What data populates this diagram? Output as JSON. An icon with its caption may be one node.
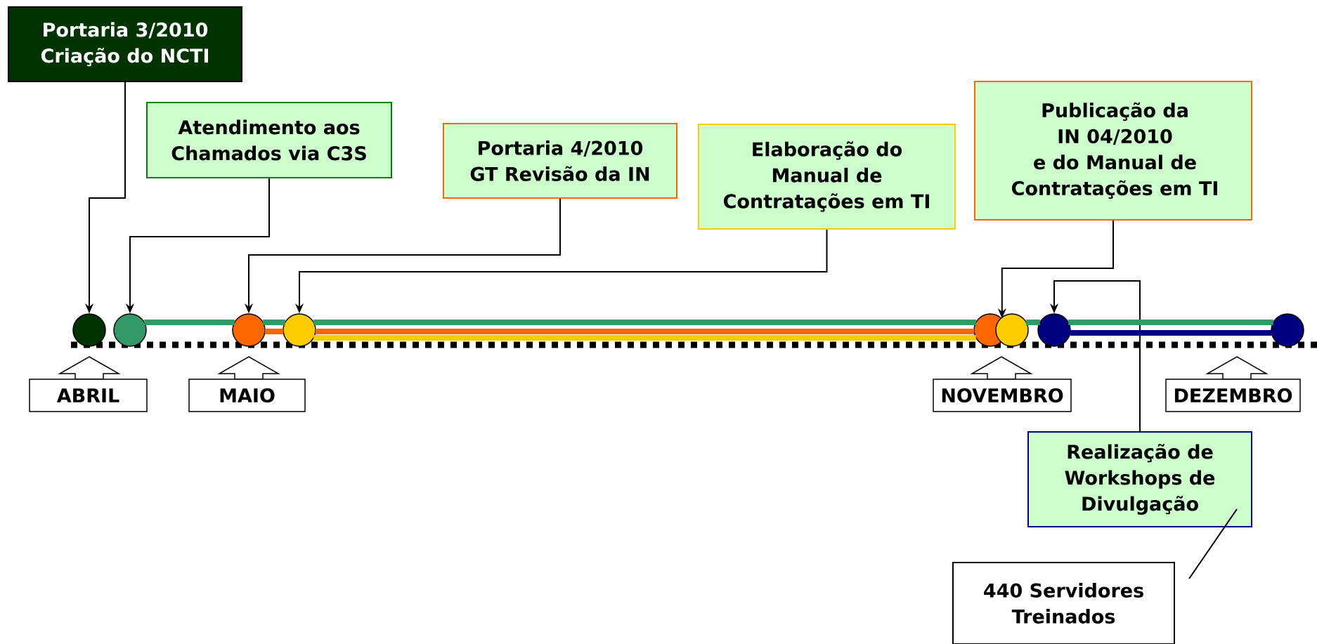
{
  "diagram": {
    "nodes": [
      {
        "text": [
          "Portaria 3/2010 Criação do NCTI"
        ]
      },
      {
        "text": [
          "Atendimento aos Chamados via C3S"
        ]
      },
      {
        "text": [
          "Portaria 4/2010 GT Revisão da IN"
        ]
      },
      {
        "text": [
          "Elaboração do Manual de Contratações em TI"
        ]
      },
      {
        "text": [
          "Publicação da IN 04/2010 e do Manual de Contratações em TI"
        ]
      },
      {
        "text": [
          "Realização de Workshops de Divulgação"
        ]
      },
      {
        "text": [
          "440 Servidores Treinados"
        ]
      },
      {
        "text": [
          "ABRIL"
        ]
      },
      {
        "text": [
          "MAIO"
        ]
      },
      {
        "text": [
          "NOVEMBRO"
        ]
      },
      {
        "text": [
          "DEZEMBRO"
        ]
      },
      {
        "text": [],
        "shape": "circle"
      },
      {
        "text": [],
        "shape": "circle"
      },
      {
        "text": [],
        "shape": "circle"
      },
      {
        "text": [],
        "shape": "circle"
      },
      {
        "text": [],
        "shape": "circle"
      },
      {
        "text": [],
        "shape": "circle"
      },
      {
        "text": [],
        "shape": "circle"
      },
      {
        "text": [],
        "shape": "circle"
      }
    ],
    "edges": [
      {
        "from": 0,
        "to": 11,
        "arrow": "to"
      },
      {
        "from": 1,
        "to": 12,
        "arrow": "to"
      },
      {
        "from": 2,
        "to": 13,
        "arrow": "to"
      },
      {
        "from": 3,
        "to": 14,
        "arrow": "to"
      },
      {
        "from": 4,
        "to": 15,
        "arrow": "to"
      },
      {
        "from": 5,
        "to": 17,
        "arrow": "to"
      },
      {
        "from": 6,
        "to": 5,
        "arrow": "none"
      },
      {
        "from": 12,
        "to": 13,
        "arrow": "none",
        "color": "#339966"
      },
      {
        "from": 13,
        "to": 14,
        "arrow": "none",
        "color": "#339966"
      },
      {
        "from": 14,
        "to": 15,
        "arrow": "none",
        "color": "#339966"
      },
      {
        "from": 16,
        "to": 17,
        "arrow": "none",
        "color": "#339966"
      },
      {
        "from": 17,
        "to": 18,
        "arrow": "none",
        "color": "#339966"
      },
      {
        "from": 13,
        "to": 14,
        "arrow": "none",
        "color": "#ff6600"
      },
      {
        "from": 14,
        "to": 15,
        "arrow": "none",
        "color": "#ff6600"
      },
      {
        "from": 14,
        "to": 15,
        "arrow": "none",
        "color": "#ffcc00"
      },
      {
        "from": 17,
        "to": 18,
        "arrow": "none",
        "color": "#000080"
      }
    ]
  }
}
